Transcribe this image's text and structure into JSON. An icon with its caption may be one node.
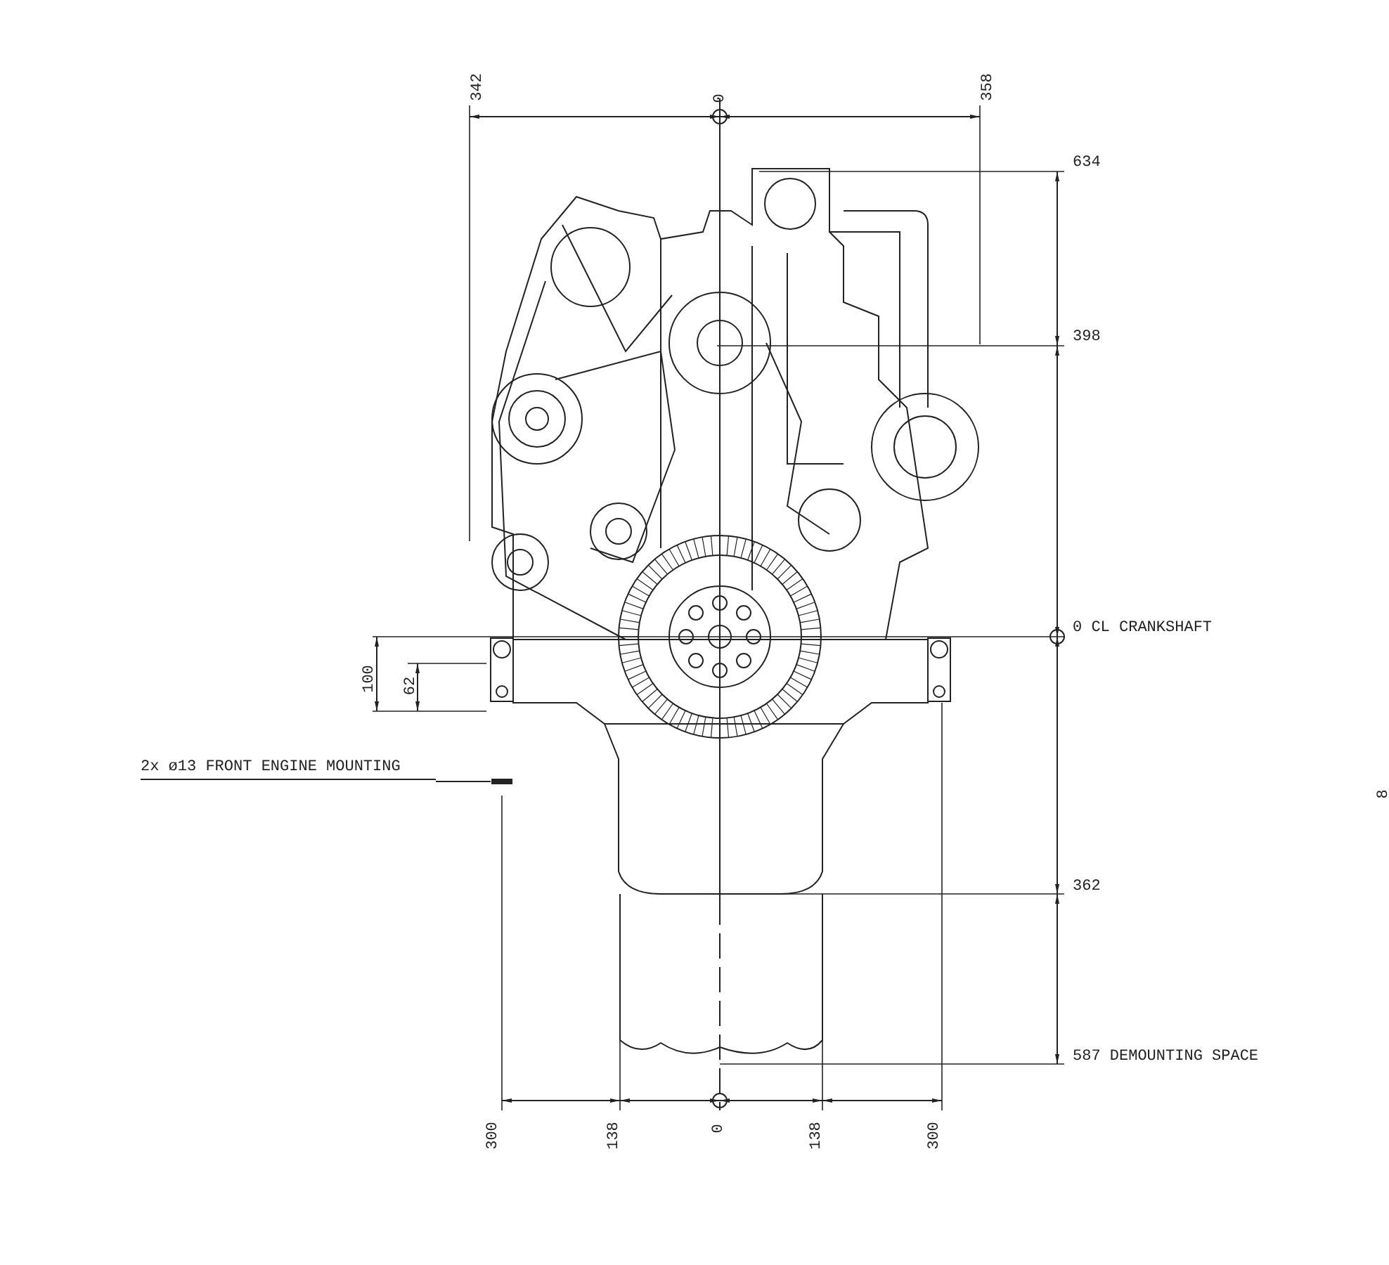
{
  "diagram": {
    "nodes": [
      {
        "text": [
          "2x ø13 FRONT ENGINE MOUNTING"
        ]
      },
      {
        "text": [],
        "shape": "box"
      }
    ],
    "edges": [
      {
        "from": 0,
        "to": 1,
        "arrow": "none"
      }
    ],
    "labels": [
      "342",
      "0",
      "358",
      "634",
      "398",
      "0 CL CRANKSHAFT",
      "100",
      "62",
      "8",
      "362",
      "587 DEMOUNTING SPACE",
      "300",
      "138",
      "0",
      "138",
      "300"
    ]
  }
}
